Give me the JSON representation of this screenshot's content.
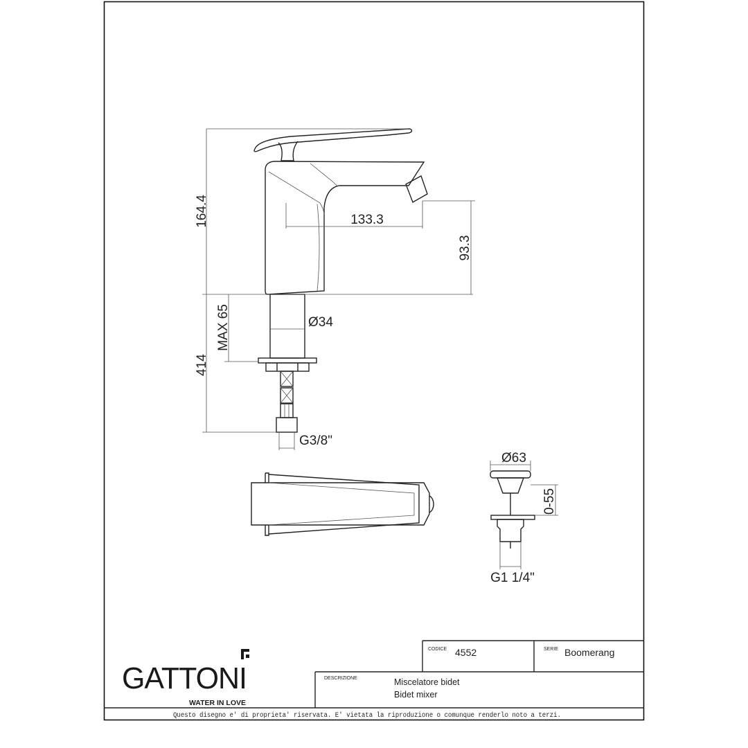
{
  "dimensions": {
    "total_height": "164.4",
    "spout_reach": "133.3",
    "spout_height": "93.3",
    "max_deck": "MAX 65",
    "body_diameter": "Ø34",
    "hose_length": "414",
    "inlet_thread": "G3/8\"",
    "waste_diameter": "Ø63",
    "waste_range": "0-55",
    "waste_thread": "G1 1/4\""
  },
  "title_block": {
    "codice_label": "CODICE",
    "codice_value": "4552",
    "serie_label": "SERIE",
    "serie_value": "Boomerang",
    "descrizione_label": "DESCRIZIONE",
    "description_it": "Miscelatore bidet",
    "description_en": "Bidet mixer"
  },
  "brand": {
    "name": "GATTONI",
    "tagline": "WATER IN LOVE"
  },
  "footer": "Questo disegno e' di proprieta' riservata. E' vietata la riproduzione o comunque renderlo noto a terzi."
}
